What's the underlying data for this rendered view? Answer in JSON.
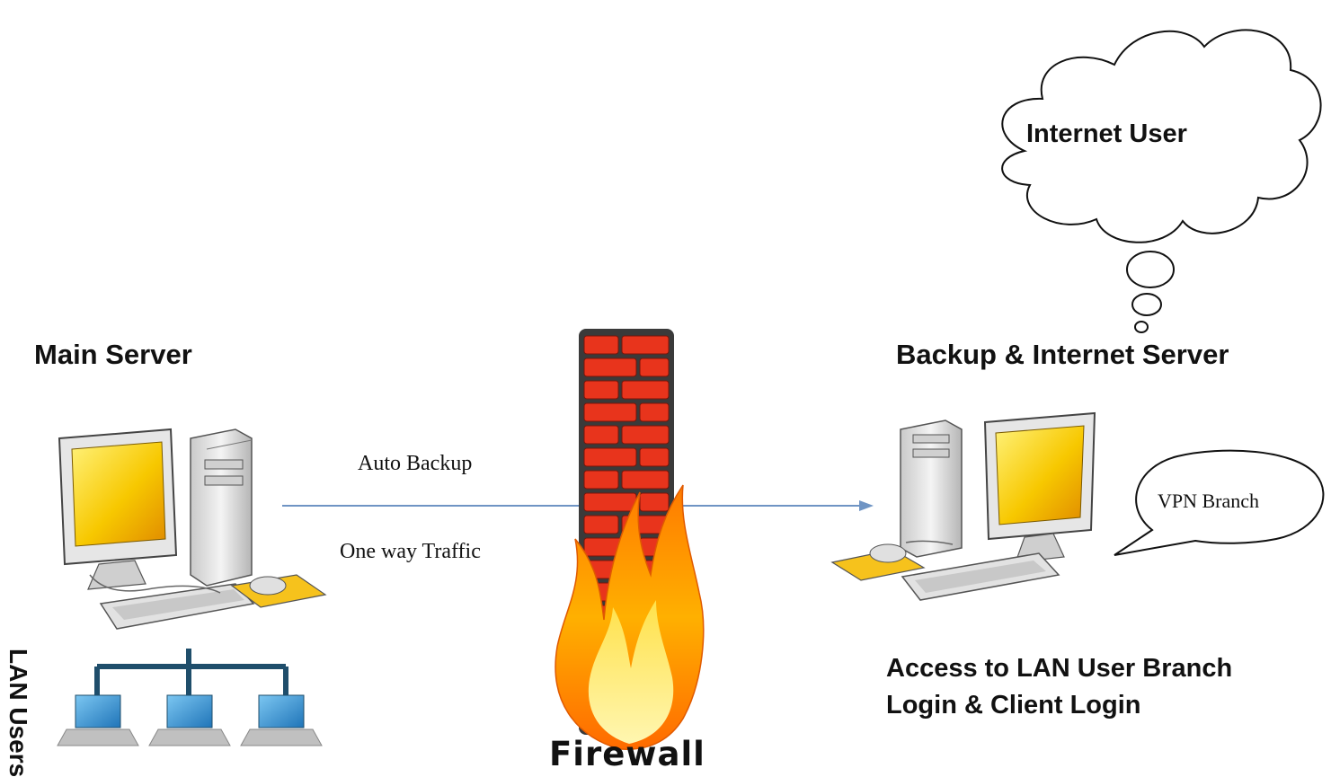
{
  "labels": {
    "main_server": "Main Server",
    "backup_server": "Backup & Internet Server",
    "internet_user": "Internet User",
    "vpn_branch": "VPN Branch",
    "auto_backup": "Auto Backup",
    "one_way": "One way Traffic",
    "firewall": "Firewall",
    "access_line1": "Access to LAN User Branch",
    "access_line2": "Login & Client Login",
    "lan_users": "LAN Users"
  },
  "colors": {
    "arrow": "#6f94c4",
    "brick": "#e8341c",
    "mortar": "#3a3a3a",
    "screen": "#f5b800",
    "network": "#1f4e6b",
    "laptop": "#2a8fd6"
  }
}
